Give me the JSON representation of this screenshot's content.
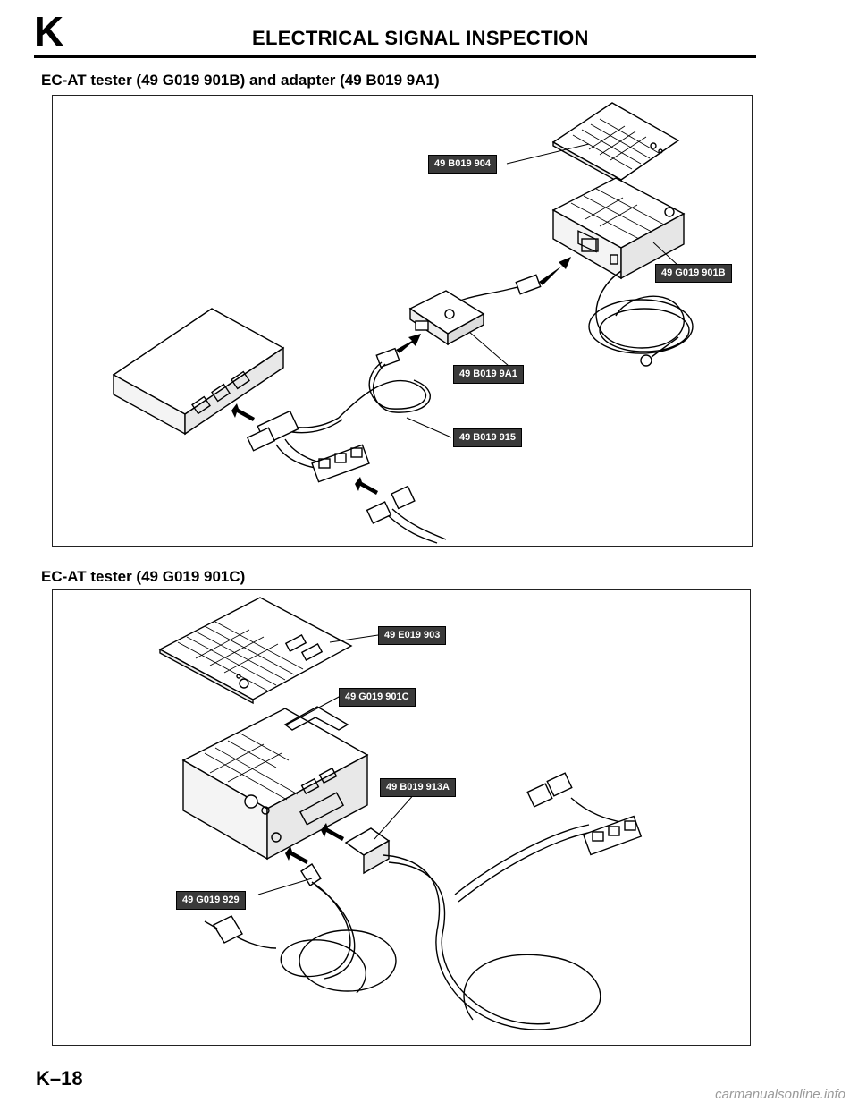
{
  "header": {
    "section_letter": "K",
    "title": "ELECTRICAL SIGNAL INSPECTION"
  },
  "figure1": {
    "caption": "EC-AT tester (49 G019 901B) and adapter (49 B019 9A1)",
    "labels": {
      "overlay": "49 B019 904",
      "tester": "49 G019 901B",
      "adapter": "49 B019 9A1",
      "harness": "49 B019 915"
    }
  },
  "figure2": {
    "caption": "EC-AT tester (49 G019 901C)",
    "labels": {
      "overlay": "49 E019 903",
      "tester": "49 G019 901C",
      "harness": "49 B019 913A",
      "power_cable": "49 G019 929"
    }
  },
  "footer": {
    "page_number": "K–18",
    "watermark": "carmanualsonline.info"
  }
}
